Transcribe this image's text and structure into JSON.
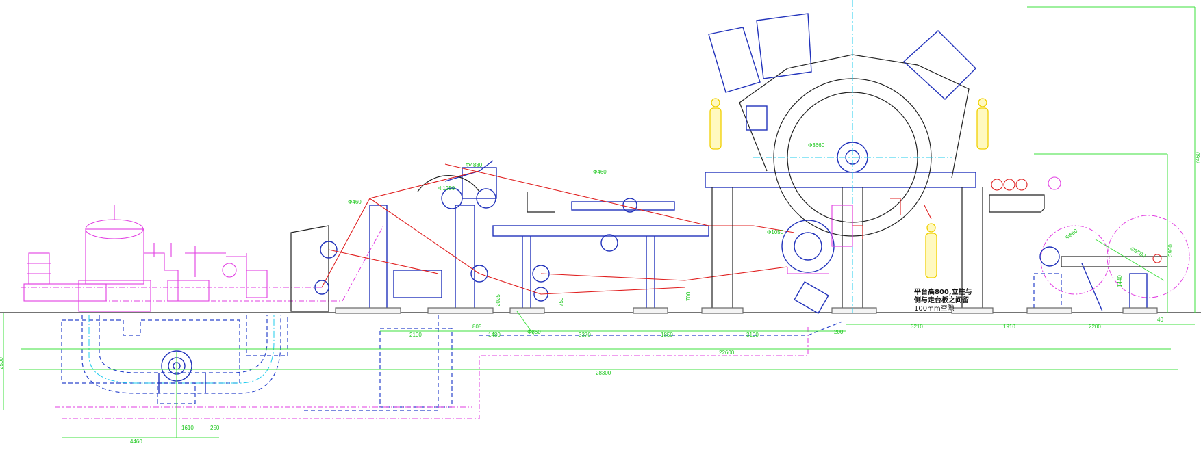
{
  "drawing": {
    "note_lines": [
      "平台高800,立柱与",
      "侧与走台板之间留",
      "100mm空隙"
    ],
    "dimensions": {
      "bottom_row": [
        "2100",
        "1480",
        "3370",
        "1850",
        "3100",
        "3210",
        "1910",
        "2200"
      ],
      "small": [
        "805",
        "Φ850",
        "200",
        "40"
      ],
      "overall": [
        "22600",
        "28300"
      ],
      "pit": [
        "4460",
        "1610",
        "250"
      ],
      "vertical": [
        "2500",
        "7460",
        "3950",
        "1440",
        "750",
        "700",
        "2025"
      ],
      "diameters": [
        "Φ3500",
        "Φ860",
        "Φ460",
        "Φ1050",
        "Φ3660",
        "Φ4880",
        "Φ1250",
        "Φ460"
      ]
    },
    "colors": {
      "dimension": "#3ee03e",
      "equipment": "#2233bb",
      "piping": "#e23ee2",
      "centerline": "#22ccee",
      "felt": "#e02020",
      "operator": "#f0d000"
    }
  }
}
